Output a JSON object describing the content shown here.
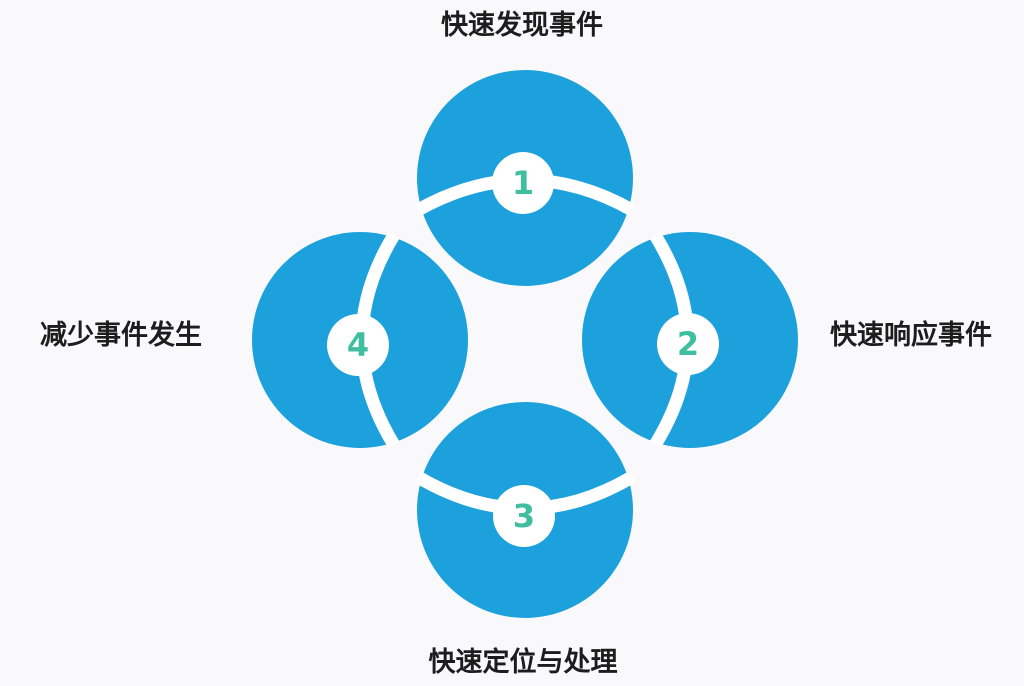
{
  "diagram": {
    "colors": {
      "circle": "#1da1dd",
      "band": "#ffffff",
      "number": "#3fbf9f",
      "label": "#1d1d1d",
      "background": "#f9f9fb"
    },
    "steps": [
      {
        "number": "1",
        "label": "快速发现事件",
        "position": "top"
      },
      {
        "number": "2",
        "label": "快速响应事件",
        "position": "right"
      },
      {
        "number": "3",
        "label": "快速定位与处理",
        "position": "bottom"
      },
      {
        "number": "4",
        "label": "减少事件发生",
        "position": "left"
      }
    ]
  }
}
